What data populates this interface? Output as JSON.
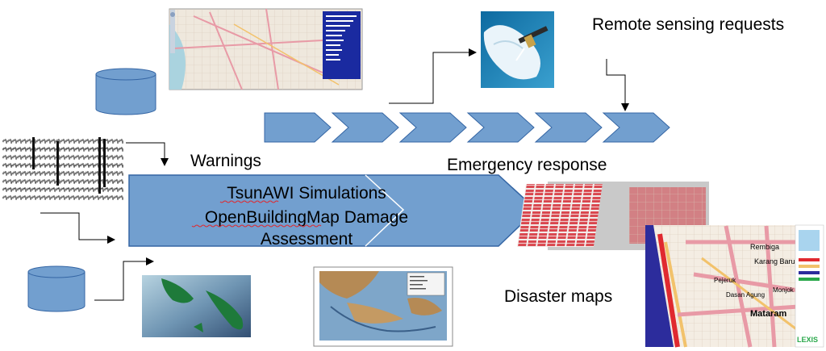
{
  "diagram": {
    "labels": {
      "remote_sensing": "Remote sensing requests",
      "warnings": "Warnings",
      "emergency_response": "Emergency response",
      "disaster_maps": "Disaster maps"
    },
    "main_arrow": {
      "line1": "TsunAWI Simulations",
      "line2": "OpenBuildingMap Damage",
      "line3": "Assessment"
    },
    "map_text": {
      "rembiga": "Rembiga",
      "karang_baru": "Karang Baru",
      "mataram": "Mataram",
      "dasan_agung": "Dasan Agung",
      "monjok": "Monjok",
      "pejeruk": "Pejeruk",
      "logo": "LEXIS"
    },
    "colors": {
      "chevron_fill": "#729fcf",
      "chevron_stroke": "#3465a4",
      "ocean_light": "#8ab4c8",
      "ocean_deep": "#2e4a6e",
      "land_green": "#1e7a3a",
      "damage_red": "#d9434b",
      "road_pink": "#e89aa6"
    }
  }
}
